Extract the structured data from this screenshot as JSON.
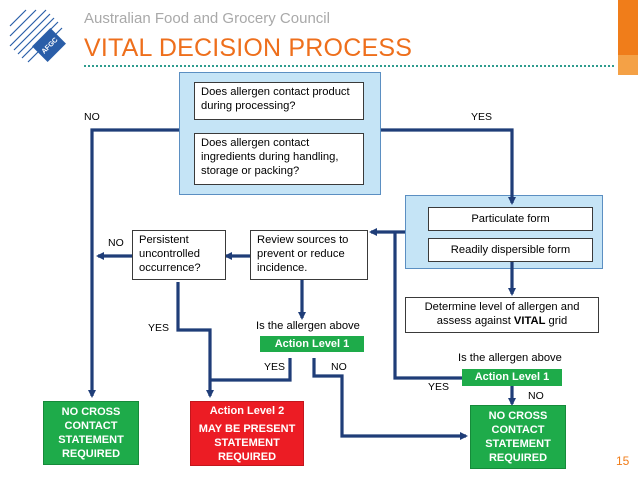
{
  "header": {
    "org": "Australian Food and Grocery Council",
    "title": "VITAL DECISION PROCESS",
    "logo_text": "AFGC",
    "page_number": "15"
  },
  "colors": {
    "title": "#ee6f1c",
    "arrow": "#1f3d78",
    "panel": "#c5e4f6",
    "green": "#1eab4a",
    "red": "#ec1c24"
  },
  "questions": {
    "q1": "Does allergen contact product during processing?",
    "q2": "Does allergen contact ingredients during handling, storage or packing?",
    "particulate": "Particulate form",
    "dispersible": "Readily dispersible form",
    "determine": "Determine level of allergen and assess against",
    "determine_bold": "VITAL",
    "determine_tail": "grid",
    "review": "Review sources to prevent or reduce incidence.",
    "persistent": "Persistent uncontrolled occurrence?",
    "above_left": "Is the allergen above",
    "above_right": "Is the allergen above"
  },
  "levels": {
    "action_left": "Action Level 1",
    "action_right": "Action Level 1"
  },
  "labels": {
    "no_top": "NO",
    "yes_top": "YES",
    "no_persistent": "NO",
    "yes_persistent": "YES",
    "yes_mid": "YES",
    "no_mid": "NO",
    "yes_right": "YES",
    "no_right": "NO"
  },
  "outcomes": {
    "left": "NO CROSS CONTACT STATEMENT REQUIRED",
    "middle_title": "Action Level 2",
    "middle_body": "MAY BE PRESENT STATEMENT REQUIRED",
    "right": "NO CROSS CONTACT STATEMENT REQUIRED"
  }
}
